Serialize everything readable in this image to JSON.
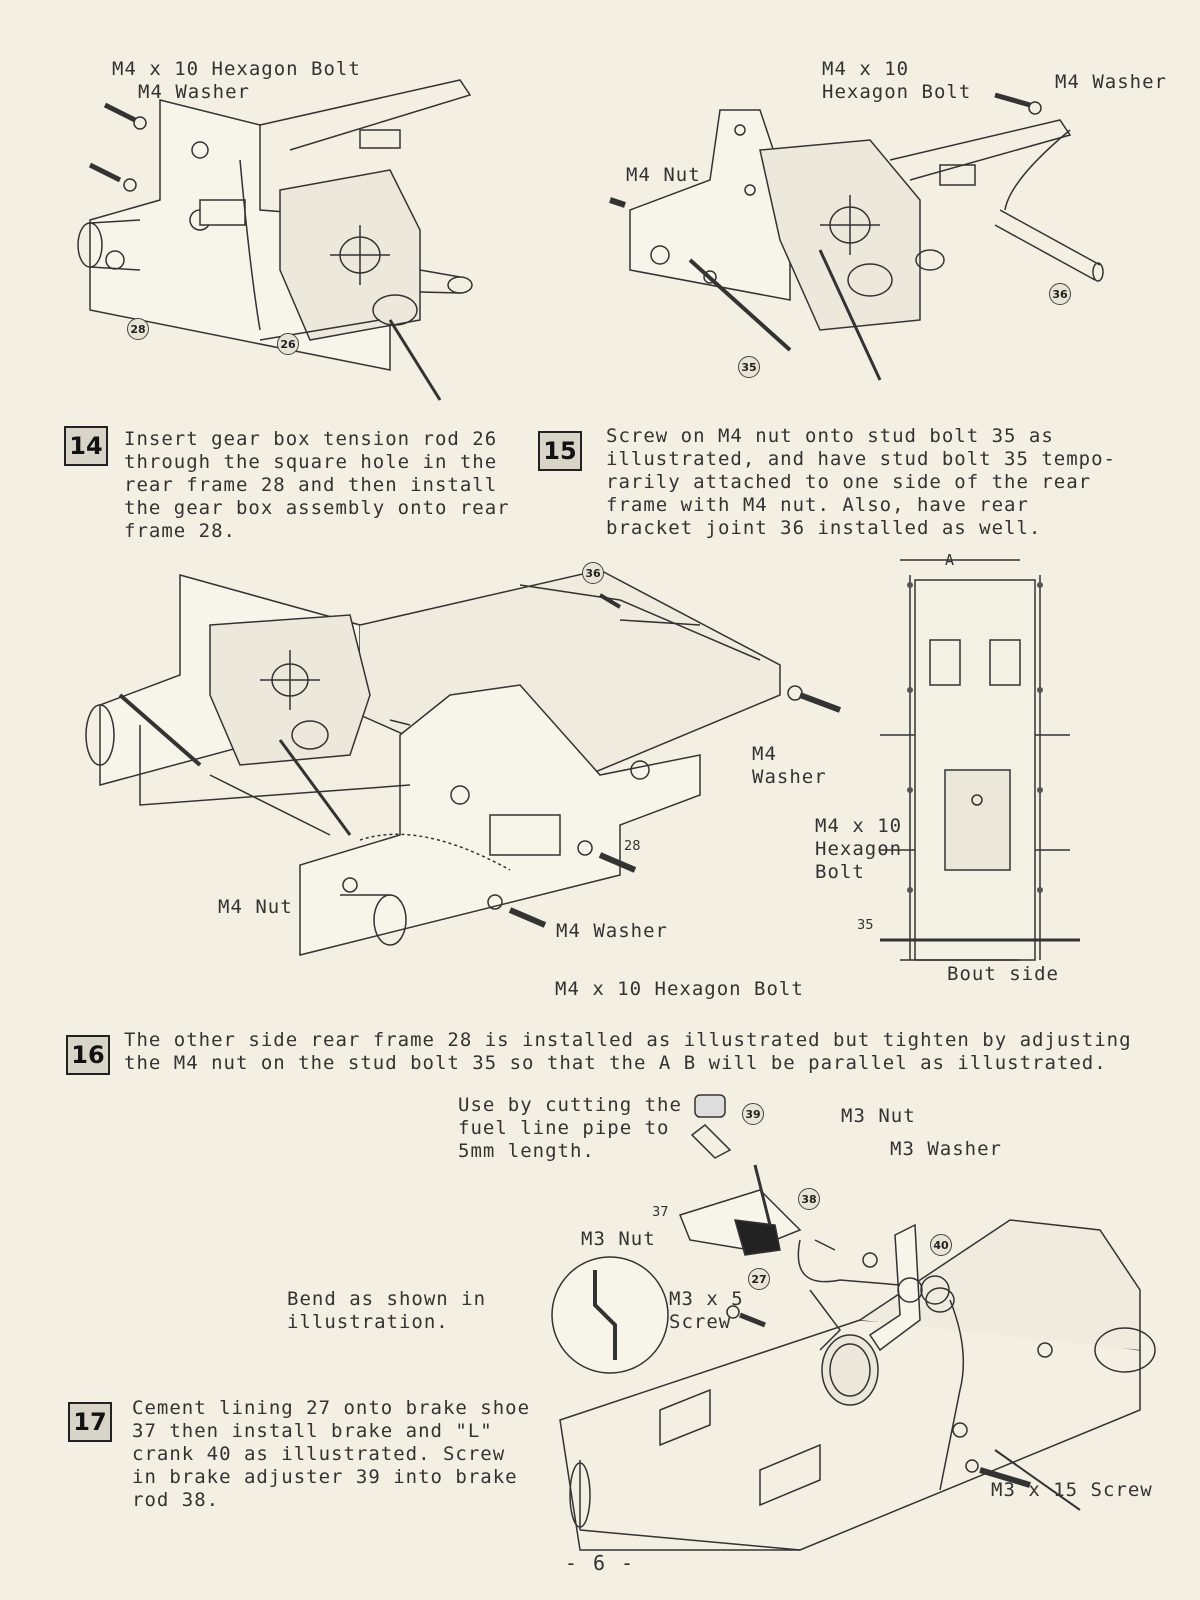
{
  "steps": [
    {
      "number": "14",
      "text": "Insert gear box tension rod 26\nthrough the square hole in the\nrear frame 28 and then install\nthe gear box assembly onto rear\nframe 28."
    },
    {
      "number": "15",
      "text": "Screw on M4 nut onto stud bolt 35 as\nillustrated, and have stud bolt 35 tempo-\nrarily attached to one side of the rear\nframe with M4 nut.  Also, have rear\nbracket joint 36 installed as well."
    },
    {
      "number": "16",
      "text": "The other side rear frame 28 is installed as illustrated but tighten by adjusting\nthe M4 nut on the stud bolt 35 so that the A B will be parallel as illustrated."
    },
    {
      "number": "17",
      "text": "Cement lining 27 onto brake shoe\n37 then install brake and \"L\"\ncrank 40 as illustrated.  Screw\nin brake adjuster 39 into brake\nrod 38."
    }
  ],
  "fig14": {
    "bolt_label": "M4 x 10 Hexagon Bolt",
    "washer_label": "M4 Washer",
    "part_28": "28",
    "part_26": "26"
  },
  "fig15": {
    "bolt_label": "M4 x 10\nHexagon Bolt",
    "washer_label": "M4 Washer",
    "nut_label": "M4 Nut",
    "part_35": "35",
    "part_36": "36"
  },
  "fig16": {
    "part_36": "36",
    "washer_label": "M4\nWasher",
    "nut_label": "M4 Nut",
    "washer_label_2": "M4 Washer",
    "bolt_label": "M4 x 10 Hexagon Bolt",
    "part_28": "28"
  },
  "fig16_top": {
    "a_label": "A",
    "bolt_label": "M4 x 10\nHexagon\nBolt",
    "part_35": "35",
    "b_label": "Bout side"
  },
  "fig17": {
    "fuel_note": "Use by cutting the\nfuel line pipe to\n5mm length.",
    "m3_nut": "M3 Nut",
    "m3_washer": "M3 Washer",
    "m3_nut_2": "M3 Nut",
    "bend_note": "Bend as shown in\nillustration.",
    "m3x5": "M3 x 5\nScrew",
    "m3x15": "M3 x 15 Screw",
    "part_39": "39",
    "part_38": "38",
    "part_37": "37",
    "part_27": "27",
    "part_40": "40"
  },
  "page_number": "- 6 -"
}
